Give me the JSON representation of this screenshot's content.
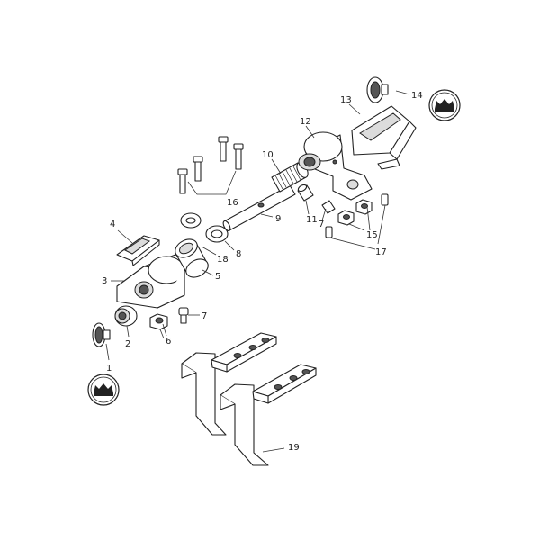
{
  "diagram": {
    "callouts": [
      {
        "id": "c1",
        "text": "1"
      },
      {
        "id": "c2",
        "text": "2"
      },
      {
        "id": "c3",
        "text": "3"
      },
      {
        "id": "c4",
        "text": "4"
      },
      {
        "id": "c5",
        "text": "5"
      },
      {
        "id": "c6",
        "text": "6"
      },
      {
        "id": "c7a",
        "text": "7"
      },
      {
        "id": "c7b",
        "text": "7"
      },
      {
        "id": "c8",
        "text": "8"
      },
      {
        "id": "c9",
        "text": "9"
      },
      {
        "id": "c10",
        "text": "10"
      },
      {
        "id": "c11",
        "text": "11"
      },
      {
        "id": "c12",
        "text": "12"
      },
      {
        "id": "c13",
        "text": "13"
      },
      {
        "id": "c14",
        "text": "14"
      },
      {
        "id": "c15",
        "text": "15"
      },
      {
        "id": "c16",
        "text": "16"
      },
      {
        "id": "c17",
        "text": "17"
      },
      {
        "id": "c18",
        "text": "18"
      },
      {
        "id": "c19",
        "text": "19"
      }
    ],
    "colors": {
      "line": "#222222",
      "background": "#ffffff",
      "fill_light": "#dcdcdc"
    }
  }
}
